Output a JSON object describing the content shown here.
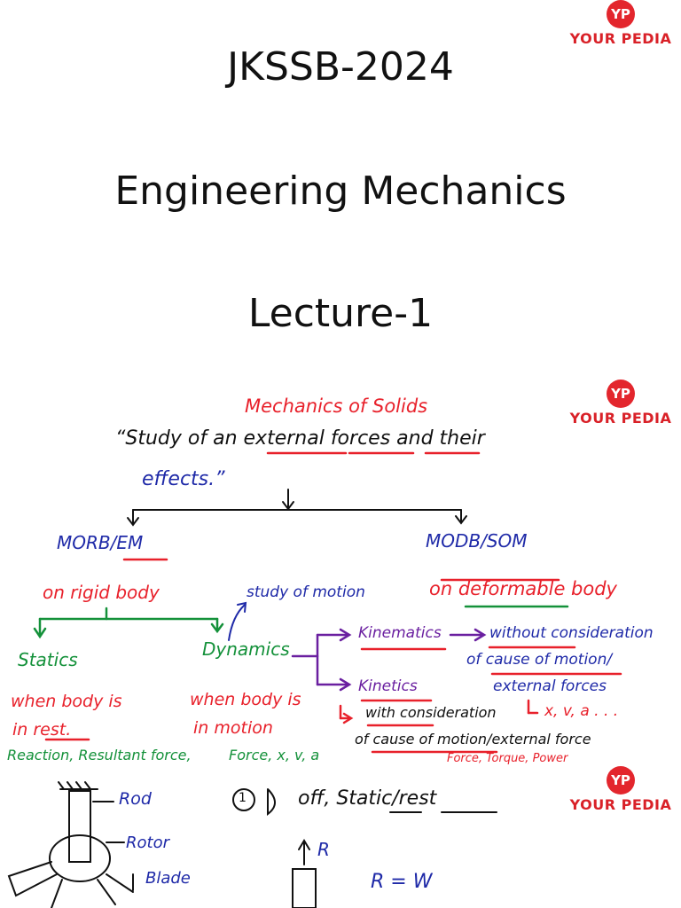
{
  "slide1": {
    "logo": {
      "mark": "YP",
      "brand_your": "YOUR ",
      "brand_p": "P",
      "brand_rest": "EDIA"
    },
    "titles": [
      "JKSSB-2024",
      "Engineering Mechanics",
      "Lecture-1"
    ]
  },
  "slide2": {
    "logos": [
      {
        "mark": "YP",
        "brand": "YOUR PEDIA"
      },
      {
        "mark": "YP",
        "brand": "YOUR PEDIA"
      }
    ],
    "notes": {
      "heading": "Mechanics of Solids",
      "definition_line1": "“Study of an external forces and their",
      "definition_line2": "effects.”",
      "morb_em": "MORB/EM",
      "on_rigid_body": "on rigid body",
      "modb_som": "MODB/SOM",
      "on_deformable_body": "on deformable body",
      "study_of_motion": "study of motion",
      "statics": "Statics",
      "dynamics": "Dynamics",
      "statics_desc_1": "when body is",
      "statics_desc_2": "in rest.",
      "dynamics_desc_1": "when body is",
      "dynamics_desc_2": "in motion",
      "statics_quantities": "Reaction, Resultant force,",
      "dynamics_quantities": "Force, x, v, a",
      "kinematics": "Kinematics",
      "kinematics_desc_1": "without consideration",
      "kinematics_desc_2": "of cause of motion/",
      "kinematics_desc_3": "external forces",
      "kinematics_quantities": "x, v, a . . .",
      "kinetics": "Kinetics",
      "kinetics_desc_1": "with consideration",
      "kinetics_desc_2": "of cause of motion/external force",
      "kinetics_quantities": "Force, Torque, Power",
      "rod_label": "Rod",
      "rotor_label": "Rotor",
      "blade_label": "Blade",
      "case_number": "1",
      "case_text": "off, Static/rest",
      "reaction_label": "R",
      "equation": "R = W"
    }
  }
}
